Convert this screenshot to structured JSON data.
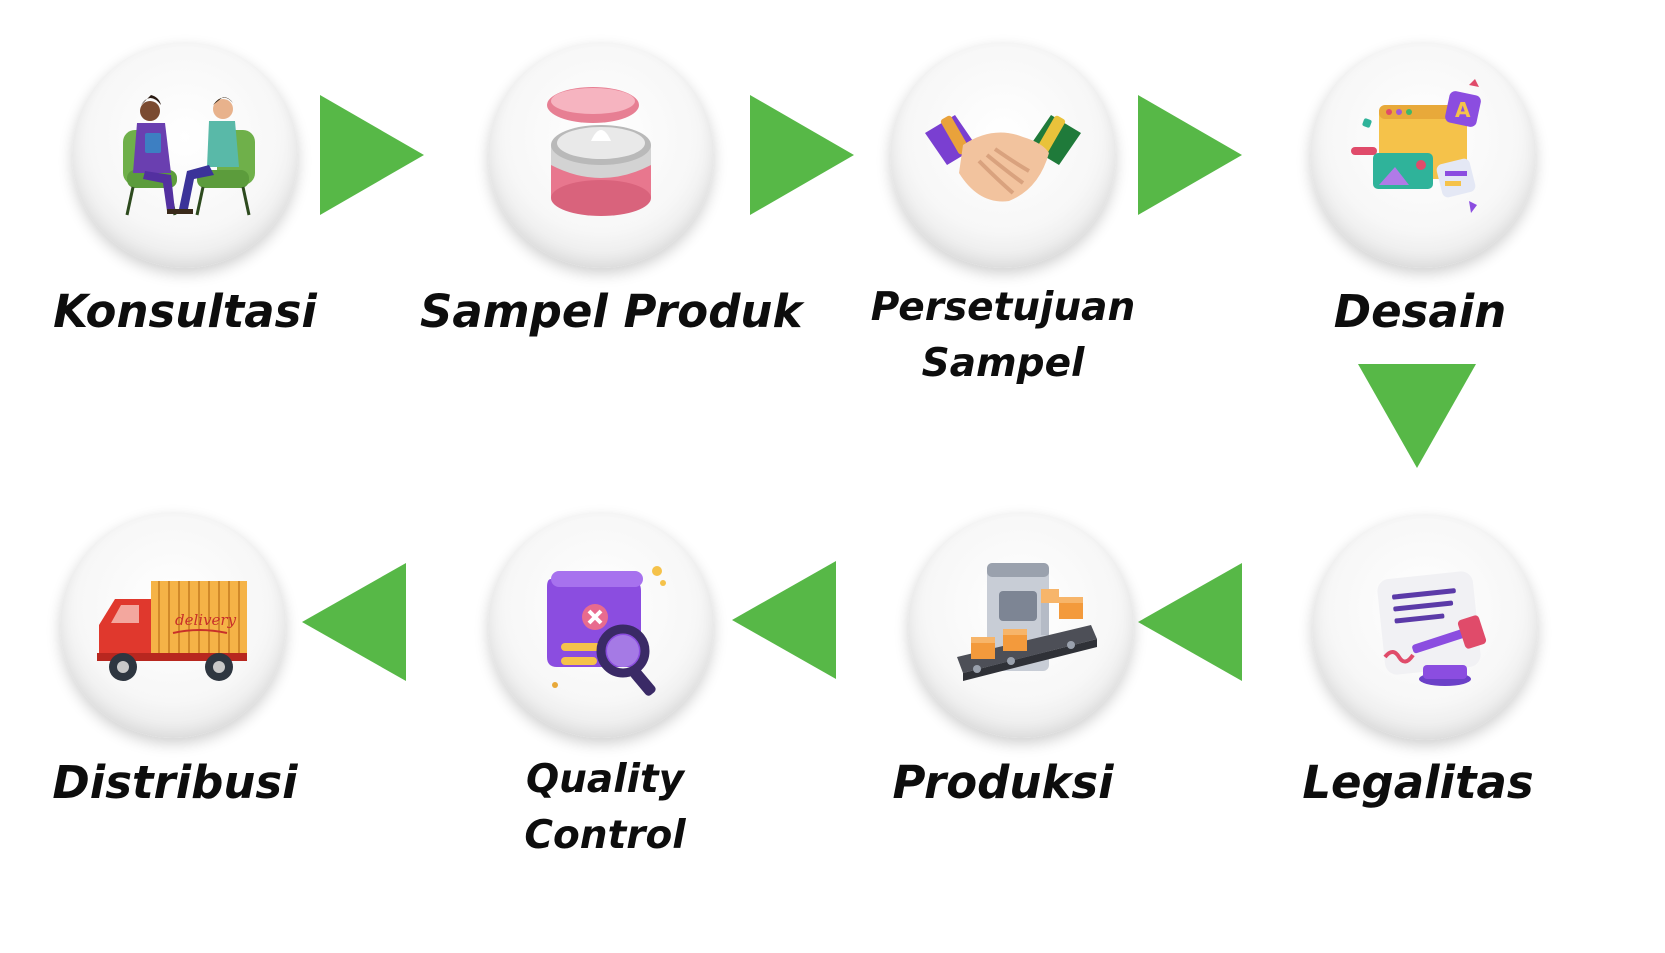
{
  "steps": [
    {
      "label": "Konsultasi",
      "icon": "consultation-icon"
    },
    {
      "label": "Sampel Produk",
      "icon": "cream-jar-icon"
    },
    {
      "label_lines": [
        "Persetujuan",
        "Sampel"
      ],
      "icon": "handshake-icon"
    },
    {
      "label": "Desain",
      "icon": "design-icon"
    },
    {
      "label": "Legalitas",
      "icon": "gavel-document-icon"
    },
    {
      "label": "Produksi",
      "icon": "conveyor-factory-icon"
    },
    {
      "label_lines": [
        "Quality",
        "Control"
      ],
      "icon": "quality-magnifier-icon"
    },
    {
      "label": "Distribusi",
      "icon": "delivery-truck-icon"
    }
  ],
  "truck_text": "delivery",
  "colors": {
    "arrow": "#57b847",
    "label": "#0d0d0d"
  }
}
